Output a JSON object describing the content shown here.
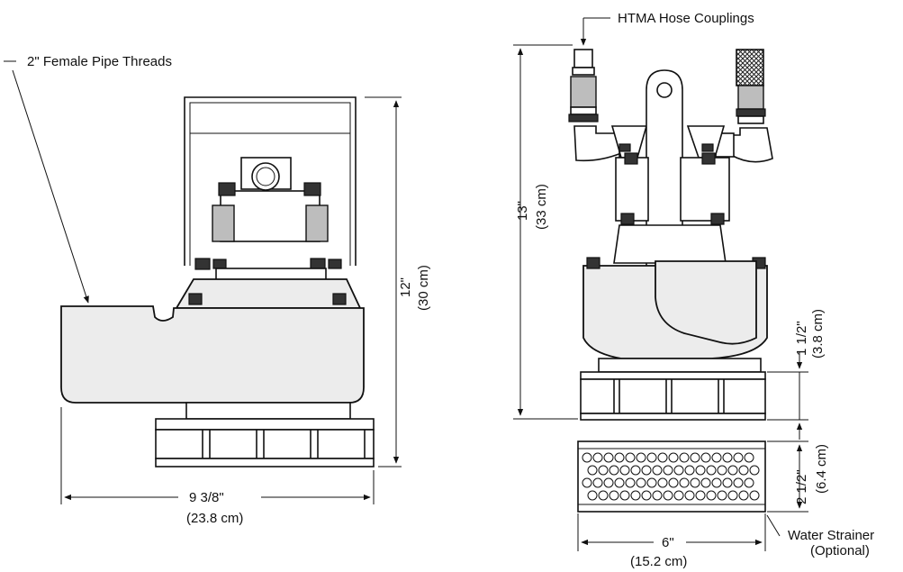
{
  "labels": {
    "pipe_threads": "2\" Female Pipe Threads",
    "hose_couplings": "HTMA  Hose Couplings",
    "water_strainer_line1": "Water Strainer",
    "water_strainer_line2": "(Optional)"
  },
  "dimensions": {
    "left_height_in": "12\"",
    "left_height_cm": "(30 cm)",
    "left_width_in": "9 3/8\"",
    "left_width_cm": "(23.8 cm)",
    "right_height_in": "13\"",
    "right_height_cm": "(33 cm)",
    "base_height_in": "1 1/2\"",
    "base_height_cm": "(3.8 cm)",
    "strainer_height_in": "2 1/2\"",
    "strainer_height_cm": "(6.4 cm)",
    "right_width_in": "6\"",
    "right_width_cm": "(15.2 cm)"
  }
}
